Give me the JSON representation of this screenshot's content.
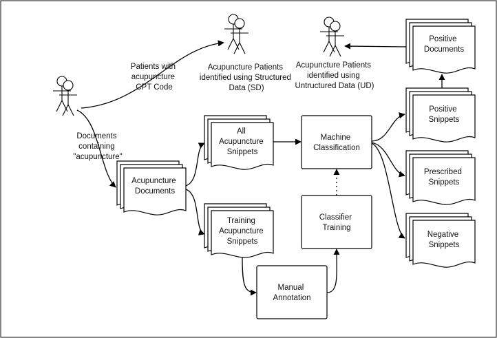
{
  "actors": {
    "source": "",
    "sd_patients": "",
    "ud_patients": ""
  },
  "labels": {
    "cpt_code": [
      "Patients with",
      "acupuncture",
      "CPT Code"
    ],
    "docs_containing": [
      "Documents",
      "containing",
      "\"acupuncture\""
    ],
    "sd_patients": [
      "Acupuncture Patients",
      "identified using Structured",
      "Data (SD)"
    ],
    "ud_patients": [
      "Acupuncture Patients",
      "identified using",
      "Untructured Data (UD)"
    ]
  },
  "documents": {
    "acupuncture_documents": [
      "Acupuncture",
      "Documents"
    ],
    "all_snippets": [
      "All",
      "Acupuncture",
      "Snippets"
    ],
    "training_snippets": [
      "Training",
      "Acupuncture",
      "Snippets"
    ],
    "positive_documents": [
      "Positive",
      "Documents"
    ],
    "positive_snippets": [
      "Positive",
      "Snippets"
    ],
    "prescribed_snippets": [
      "Prescribed",
      "Snippets"
    ],
    "negative_snippets": [
      "Negative",
      "Snippets"
    ]
  },
  "processes": {
    "machine_classification": [
      "Machine",
      "Classification"
    ],
    "classifier_training": [
      "Classifier",
      "Training"
    ],
    "manual_annotation": [
      "Manual",
      "Annotation"
    ]
  }
}
